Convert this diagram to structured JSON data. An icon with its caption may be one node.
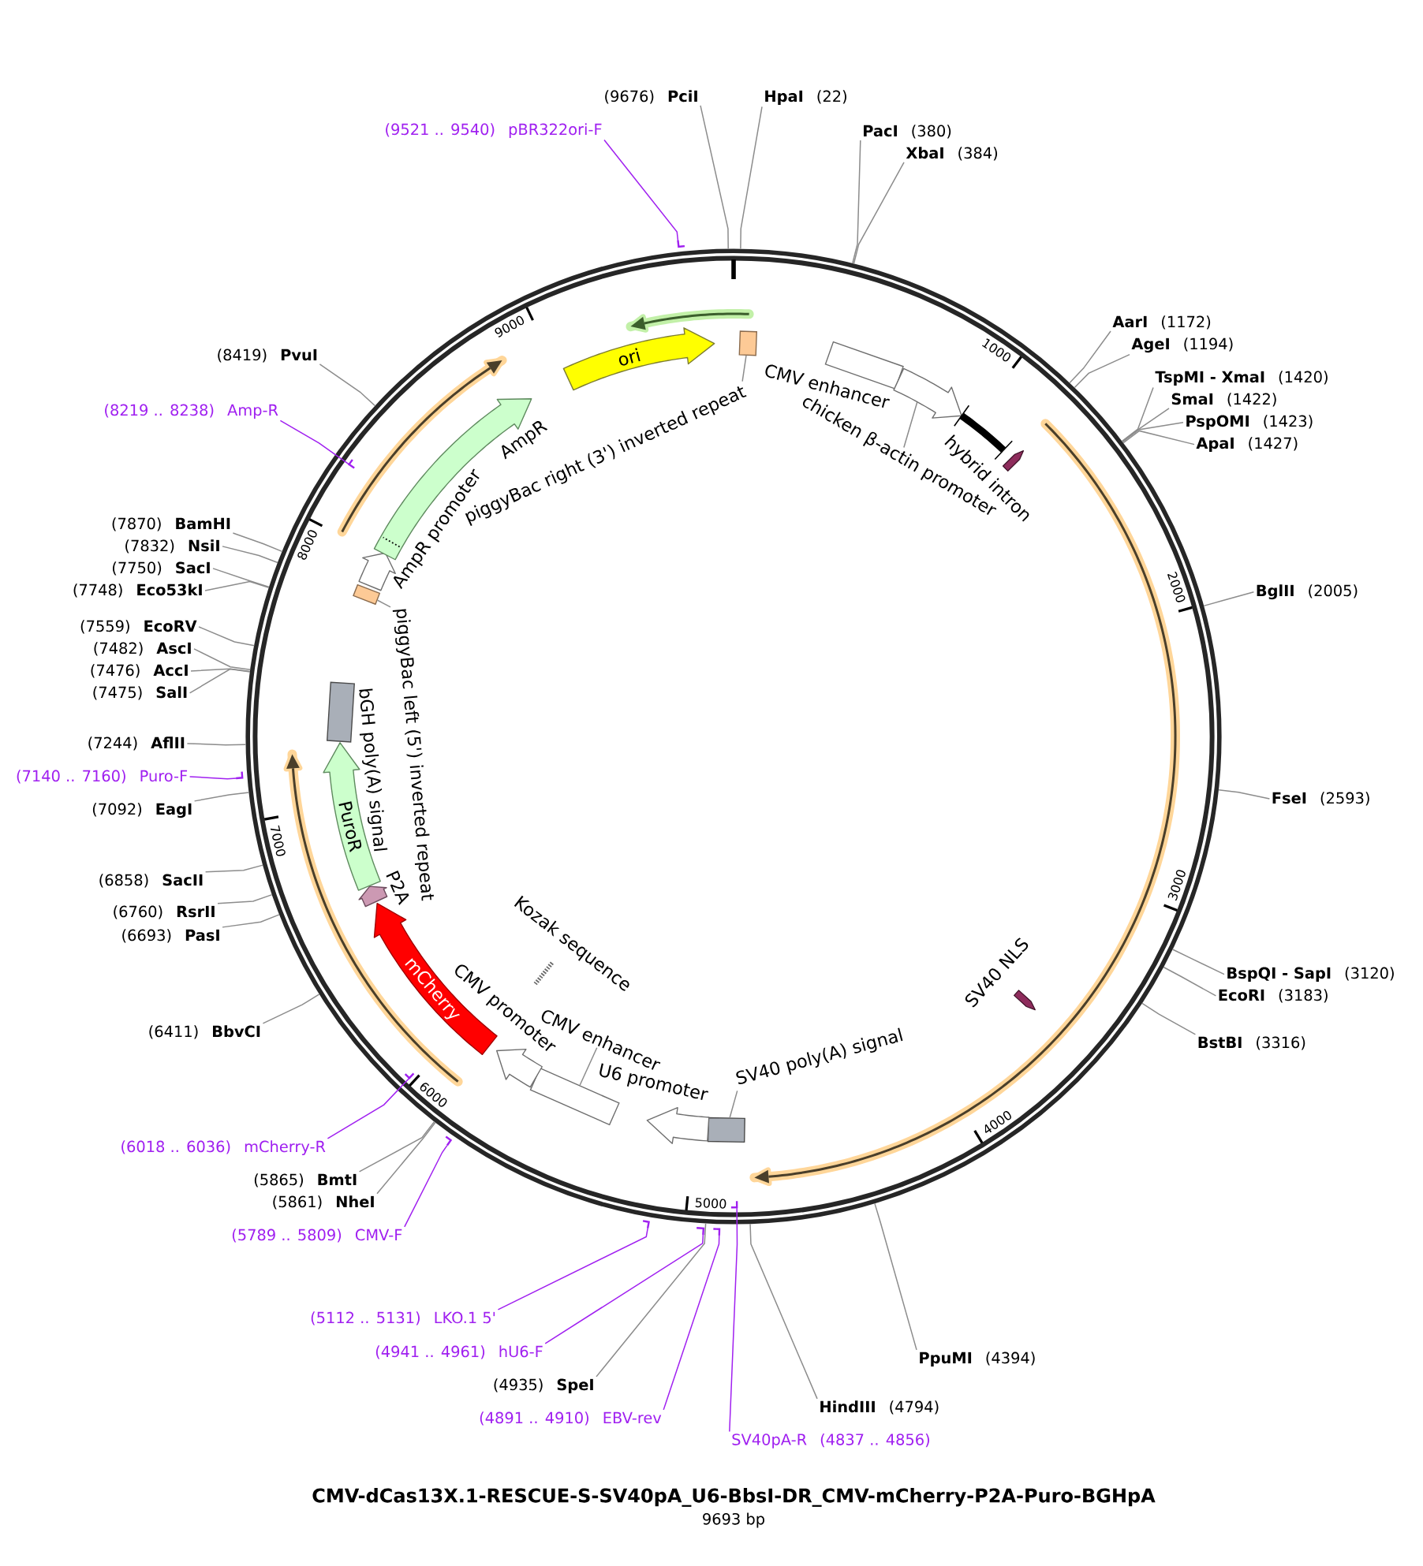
{
  "diagram": {
    "title": "CMV-dCas13X.1-RESCUE-S-SV40pA_U6-BbsI-DR_CMV-mCherry-P2A-Puro-BGHpA",
    "nodes": [
      {
        "text": [],
        "shape": "circle"
      },
      {
        "text": [
          "ori"
        ],
        "in": 0
      },
      {
        "text": [],
        "shape": "box",
        "in": 0
      },
      {
        "text": [],
        "shape": "box",
        "in": 0,
        "beside": [
          "CMV enhancer"
        ]
      },
      {
        "text": [],
        "shape": "arrow",
        "in": 0
      },
      {
        "text": [],
        "shape": "bar",
        "in": 0,
        "beside": [
          "hybrid intron"
        ]
      },
      {
        "text": [],
        "shape": "arrow",
        "in": 0
      },
      {
        "text": [],
        "shape": "arrow",
        "in": 0,
        "beside": [
          "SV40 NLS"
        ]
      },
      {
        "text": [],
        "shape": "box",
        "in": 0
      },
      {
        "text": [],
        "shape": "arrow",
        "in": 0,
        "beside": [
          "U6 promoter"
        ]
      },
      {
        "text": [],
        "shape": "box",
        "in": 0
      },
      {
        "text": [],
        "shape": "arrow",
        "in": 0,
        "beside": [
          "CMV promoter"
        ]
      },
      {
        "text": [],
        "shape": "bar",
        "in": 0,
        "beside": [
          "Kozak sequence"
        ]
      },
      {
        "text": [
          "mCherry"
        ],
        "in": 0
      },
      {
        "text": [],
        "shape": "arrow",
        "in": 0,
        "beside": [
          "P2A"
        ]
      },
      {
        "text": [
          "PuroR"
        ],
        "in": 0
      },
      {
        "text": [],
        "shape": "box",
        "in": 0,
        "beside": [
          "bGH poly(A) signal"
        ]
      },
      {
        "text": [],
        "shape": "box",
        "in": 0
      },
      {
        "text": [],
        "shape": "arrow",
        "in": 0,
        "beside": [
          "AmpR promoter"
        ]
      },
      {
        "text": [],
        "shape": "arrow",
        "in": 0,
        "beside": [
          "AmpR"
        ]
      },
      {
        "text": [
          "piggyBac right (3') inverted repeat"
        ],
        "in": 0
      },
      {
        "text": [
          "chicken β-actin promoter"
        ],
        "in": 0
      },
      {
        "text": [
          "SV40 poly(A) signal"
        ],
        "in": 0
      },
      {
        "text": [
          "CMV enhancer"
        ],
        "in": 0
      },
      {
        "text": [
          "piggyBac left (5') inverted repeat"
        ],
        "in": 0
      },
      {
        "text": [
          "HpaI",
          "(22)"
        ]
      },
      {
        "text": [
          "PacI",
          "(380)"
        ]
      },
      {
        "text": [
          "XbaI",
          "(384)"
        ]
      },
      {
        "text": [
          "AarI",
          "(1172)"
        ]
      },
      {
        "text": [
          "AgeI",
          "(1194)"
        ]
      },
      {
        "text": [
          "TspMI - XmaI",
          "(1420)"
        ]
      },
      {
        "text": [
          "SmaI",
          "(1422)"
        ]
      },
      {
        "text": [
          "PspOMI",
          "(1423)"
        ]
      },
      {
        "text": [
          "ApaI",
          "(1427)"
        ]
      },
      {
        "text": [
          "BglII",
          "(2005)"
        ]
      },
      {
        "text": [
          "FseI",
          "(2593)"
        ]
      },
      {
        "text": [
          "BspQI - SapI",
          "(3120)"
        ]
      },
      {
        "text": [
          "EcoRI",
          "(3183)"
        ]
      },
      {
        "text": [
          "BstBI",
          "(3316)"
        ]
      },
      {
        "text": [
          "PpuMI",
          "(4394)"
        ]
      },
      {
        "text": [
          "HindIII",
          "(4794)"
        ]
      },
      {
        "text": [
          "SV40pA-R",
          "(4837 .. 4856)"
        ]
      },
      {
        "text": [
          "(4891 .. 4910)",
          "EBV-rev"
        ]
      },
      {
        "text": [
          "(4935)",
          "SpeI"
        ]
      },
      {
        "text": [
          "(4941 .. 4961)",
          "hU6-F"
        ]
      },
      {
        "text": [
          "(5112 .. 5131)",
          "LKO.1 5'"
        ]
      },
      {
        "text": [
          "(5789 .. 5809)",
          "CMV-F"
        ]
      },
      {
        "text": [
          "(5861)",
          "NheI"
        ]
      },
      {
        "text": [
          "(5865)",
          "BmtI"
        ]
      },
      {
        "text": [
          "(6018 .. 6036)",
          "mCherry-R"
        ]
      },
      {
        "text": [
          "(6411)",
          "BbvCI"
        ]
      },
      {
        "text": [
          "(6693)",
          "PasI"
        ]
      },
      {
        "text": [
          "(6760)",
          "RsrII"
        ]
      },
      {
        "text": [
          "(6858)",
          "SacII"
        ]
      },
      {
        "text": [
          "(7092)",
          "EagI"
        ]
      },
      {
        "text": [
          "(7140 .. 7160)",
          "Puro-F"
        ]
      },
      {
        "text": [
          "(7244)",
          "AflII"
        ]
      },
      {
        "text": [
          "(7475)",
          "SalI"
        ]
      },
      {
        "text": [
          "(7476)",
          "AccI"
        ]
      },
      {
        "text": [
          "(7482)",
          "AscI"
        ]
      },
      {
        "text": [
          "(7559)",
          "EcoRV"
        ]
      },
      {
        "text": [
          "(7748)",
          "Eco53kI"
        ]
      },
      {
        "text": [
          "(7750)",
          "SacI"
        ]
      },
      {
        "text": [
          "(7832)",
          "NsiI"
        ]
      },
      {
        "text": [
          "(7870)",
          "BamHI"
        ]
      },
      {
        "text": [
          "(8219 .. 8238)",
          "Amp-R"
        ]
      },
      {
        "text": [
          "(8419)",
          "PvuI"
        ]
      },
      {
        "text": [
          "(9521 .. 9540)",
          "pBR322ori-F"
        ]
      },
      {
        "text": [
          "(9676)",
          "PciI"
        ]
      },
      {
        "text": [],
        "shape": "arrow",
        "in": 0
      },
      {
        "text": [],
        "shape": "arrow"
      },
      {
        "text": [],
        "shape": "arrow"
      },
      {
        "text": [],
        "shape": "arrow"
      },
      {
        "text": [],
        "shape": "arrow"
      },
      {
        "text": [],
        "shape": "arrow",
        "in": 0
      },
      {
        "text": [],
        "shape": "arrow"
      },
      {
        "text": [],
        "shape": "arrow",
        "in": 0
      },
      {
        "text": [],
        "shape": "arrow"
      }
    ],
    "edges": [
      {
        "from": 20,
        "to": 2,
        "arrow": "none"
      },
      {
        "from": 21,
        "to": 4,
        "arrow": "none"
      },
      {
        "from": 22,
        "to": 8,
        "arrow": "none"
      },
      {
        "from": 23,
        "to": 10,
        "arrow": "none"
      },
      {
        "from": 24,
        "to": 17,
        "arrow": "none"
      },
      {
        "from": 25,
        "to": 0,
        "arrow": "none"
      },
      {
        "from": 26,
        "to": 0,
        "arrow": "none"
      },
      {
        "from": 27,
        "to": 0,
        "arrow": "none"
      },
      {
        "from": 28,
        "to": 0,
        "arrow": "none"
      },
      {
        "from": 29,
        "to": 0,
        "arrow": "none"
      },
      {
        "from": 30,
        "to": 0,
        "arrow": "none"
      },
      {
        "from": 31,
        "to": 0,
        "arrow": "none"
      },
      {
        "from": 32,
        "to": 0,
        "arrow": "none"
      },
      {
        "from": 33,
        "to": 0,
        "arrow": "none"
      },
      {
        "from": 34,
        "to": 0,
        "arrow": "none"
      },
      {
        "from": 35,
        "to": 0,
        "arrow": "none"
      },
      {
        "from": 36,
        "to": 0,
        "arrow": "none"
      },
      {
        "from": 37,
        "to": 0,
        "arrow": "none"
      },
      {
        "from": 38,
        "to": 0,
        "arrow": "none"
      },
      {
        "from": 39,
        "to": 0,
        "arrow": "none"
      },
      {
        "from": 40,
        "to": 0,
        "arrow": "none"
      },
      {
        "from": 41,
        "to": 69,
        "arrow": "none",
        "color": "#a020f0"
      },
      {
        "from": 42,
        "to": 70,
        "arrow": "none",
        "color": "#a020f0"
      },
      {
        "from": 43,
        "to": 0,
        "arrow": "none"
      },
      {
        "from": 44,
        "to": 71,
        "arrow": "none",
        "color": "#a020f0"
      },
      {
        "from": 45,
        "to": 72,
        "arrow": "none",
        "color": "#a020f0"
      },
      {
        "from": 46,
        "to": 73,
        "arrow": "none",
        "color": "#a020f0"
      },
      {
        "from": 47,
        "to": 0,
        "arrow": "none"
      },
      {
        "from": 48,
        "to": 0,
        "arrow": "none"
      },
      {
        "from": 49,
        "to": 74,
        "arrow": "none",
        "color": "#a020f0"
      },
      {
        "from": 50,
        "to": 0,
        "arrow": "none"
      },
      {
        "from": 51,
        "to": 0,
        "arrow": "none"
      },
      {
        "from": 52,
        "to": 0,
        "arrow": "none"
      },
      {
        "from": 53,
        "to": 0,
        "arrow": "none"
      },
      {
        "from": 54,
        "to": 0,
        "arrow": "none"
      },
      {
        "from": 55,
        "to": 75,
        "arrow": "none",
        "color": "#a020f0"
      },
      {
        "from": 56,
        "to": 0,
        "arrow": "none"
      },
      {
        "from": 57,
        "to": 0,
        "arrow": "none"
      },
      {
        "from": 58,
        "to": 0,
        "arrow": "none"
      },
      {
        "from": 59,
        "to": 0,
        "arrow": "none"
      },
      {
        "from": 60,
        "to": 0,
        "arrow": "none"
      },
      {
        "from": 61,
        "to": 0,
        "arrow": "none"
      },
      {
        "from": 62,
        "to": 0,
        "arrow": "none"
      },
      {
        "from": 63,
        "to": 0,
        "arrow": "none"
      },
      {
        "from": 64,
        "to": 0,
        "arrow": "none"
      },
      {
        "from": 65,
        "to": 76,
        "arrow": "none",
        "color": "#a020f0"
      },
      {
        "from": 66,
        "to": 0,
        "arrow": "none"
      },
      {
        "from": 67,
        "to": 77,
        "arrow": "none",
        "color": "#a020f0"
      },
      {
        "from": 68,
        "to": 0,
        "arrow": "none"
      }
    ],
    "labels": [
      "1000",
      "2000",
      "3000",
      "4000",
      "5000",
      "6000",
      "7000",
      "8000",
      "9000",
      "9693 bp"
    ]
  }
}
